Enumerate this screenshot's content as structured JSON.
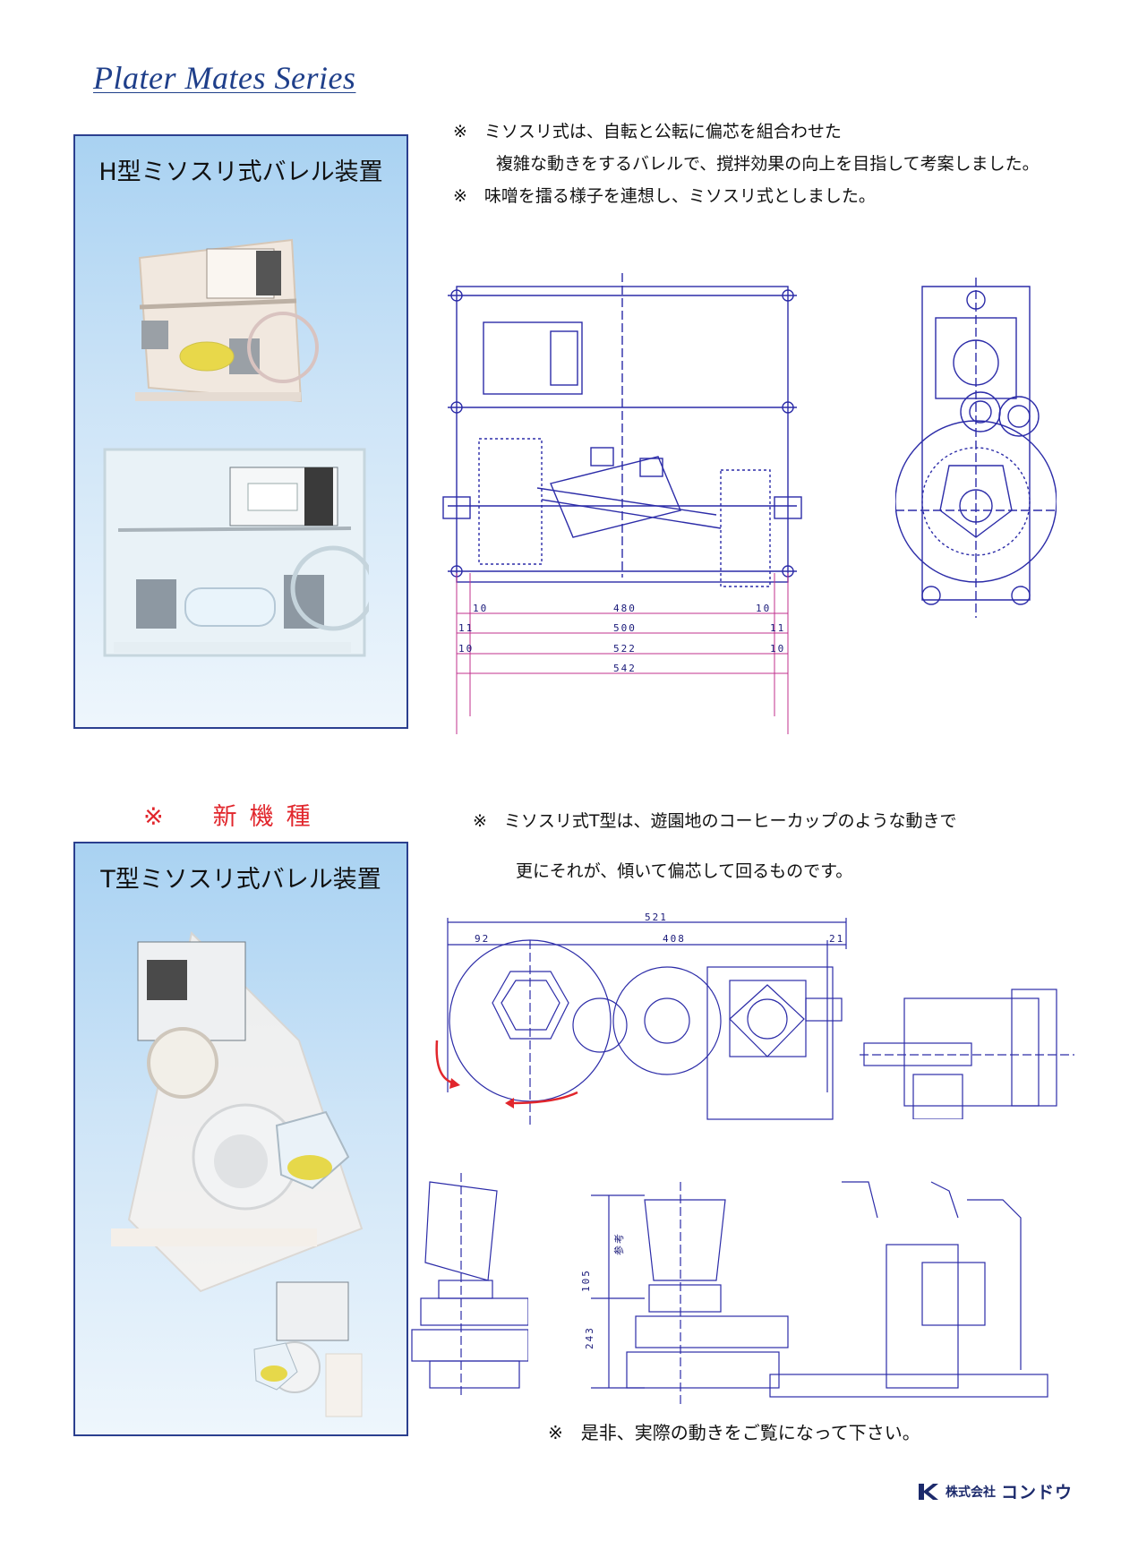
{
  "header": {
    "series_title": "Plater Mates Series"
  },
  "h_type": {
    "panel_title": "H型ミソスリ式バレル装置",
    "notes": [
      "※　ミソスリ式は、自転と公転に偏芯を組合わせた",
      "複雑な動きをするバレルで、撹拌効果の向上を目指して考案しました。",
      "※　味噌を擂る様子を連想し、ミソスリ式としました。"
    ],
    "dimensions": {
      "row1": [
        "10",
        "480",
        "10"
      ],
      "row2": [
        "11",
        "500",
        "11"
      ],
      "row3": [
        "10",
        "522",
        "10"
      ],
      "row4": [
        "542"
      ]
    }
  },
  "new_model_label": "※　新機種",
  "t_type": {
    "panel_title": "T型ミソスリ式バレル装置",
    "notes": [
      "※　ミソスリ式T型は、遊園地のコーヒーカップのような動きで",
      "更にそれが、傾いて偏芯して回るものです。"
    ],
    "dimensions": {
      "overall": "521",
      "left": "92",
      "middle": "408",
      "right": "21",
      "height": "243",
      "sub_height": "105",
      "ref_label": "参考"
    }
  },
  "footer": {
    "final_note": "※　是非、実際の動きをご覧になって下さい。",
    "company_prefix": "株式会社",
    "company_name": "コンドウ"
  },
  "colors": {
    "title_blue": "#1f3f8a",
    "panel_border": "#2b3f8f",
    "panel_top": "#a9d2f2",
    "drawing_line": "#2c2ca8",
    "dimension_line": "#c0308c",
    "red_label": "#e1262c",
    "rotation_arrow": "#e1262c"
  }
}
